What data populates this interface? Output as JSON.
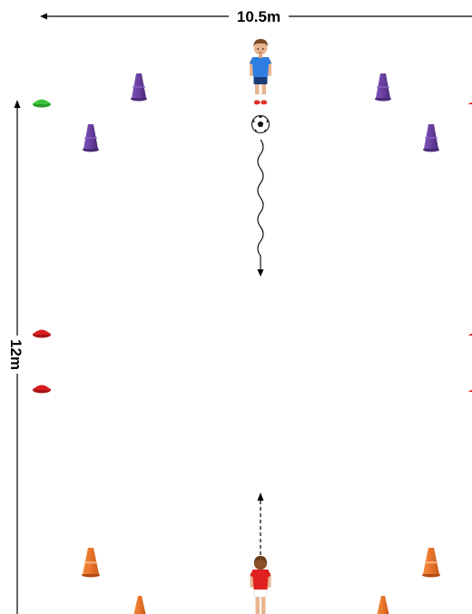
{
  "dimensions": {
    "width_label": "10.5m",
    "length_label": "12m"
  },
  "colors": {
    "cone_purple": "#6a3fa0",
    "cone_orange": "#e8742a",
    "disc_green": "#3cc43c",
    "disc_red": "#d81e1e",
    "player_blue_shirt": "#2f7fe0",
    "player_red_shirt": "#e02020"
  },
  "objects": {
    "top_player": "player-blue",
    "bottom_player": "player-red",
    "ball": "soccer-ball",
    "top_path": "dribble-path-wavy-arrow",
    "bottom_path": "run-path-dashed-arrow"
  }
}
